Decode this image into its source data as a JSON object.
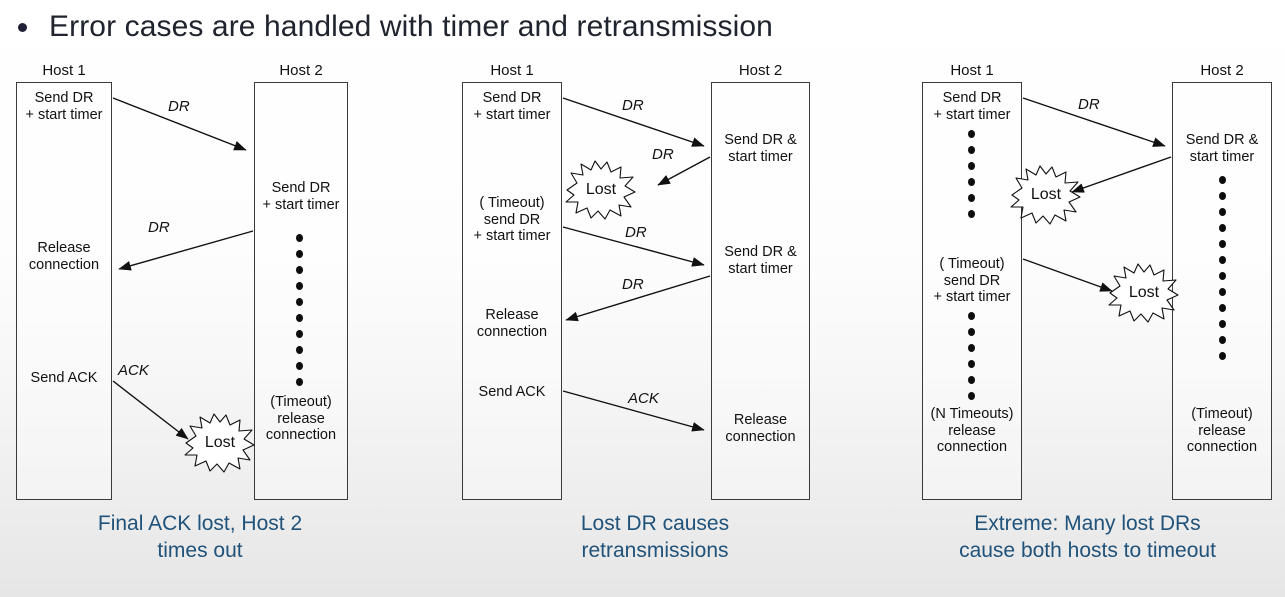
{
  "slide": {
    "bullet": "Error cases are handled with timer and retransmission",
    "bullet_icon": "bullet-dot-icon",
    "caption_color": "#20527a",
    "text_color": "#111111"
  },
  "panels": [
    {
      "id": "final-ack-lost",
      "caption": "Final ACK lost, Host 2\ntimes out",
      "host1_label": "Host 1",
      "host2_label": "Host 2",
      "host1_events": [
        "Send DR\n+ start timer",
        "Release\nconnection",
        "Send ACK"
      ],
      "host2_events": [
        "Send DR\n+ start timer",
        "(Timeout)\nrelease\nconnection"
      ],
      "messages": [
        "DR",
        "DR",
        "ACK"
      ],
      "lost_labels": [
        "Lost"
      ],
      "host2_dot_count": 10
    },
    {
      "id": "lost-dr-retransmission",
      "caption": "Lost DR causes\nretransmissions",
      "host1_label": "Host 1",
      "host2_label": "Host 2",
      "host1_events": [
        "Send DR\n+ start timer",
        "( Timeout)\nsend DR\n+ start timer",
        "Release\nconnection",
        "Send ACK"
      ],
      "host2_events": [
        "Send DR &\nstart timer",
        "Send DR &\nstart timer",
        "Release\nconnection"
      ],
      "messages": [
        "DR",
        "DR",
        "DR",
        "DR",
        "ACK"
      ],
      "lost_labels": [
        "Lost"
      ],
      "host2_dot_count": 0
    },
    {
      "id": "many-lost-drs",
      "caption": "Extreme: Many lost DRs\ncause both hosts to timeout",
      "host1_label": "Host 1",
      "host2_label": "Host 2",
      "host1_events": [
        "Send DR\n+ start timer",
        "( Timeout)\nsend DR\n+ start timer",
        "(N Timeouts)\nrelease\nconnection"
      ],
      "host2_events": [
        "Send DR &\nstart timer",
        "(Timeout)\nrelease\nconnection"
      ],
      "messages": [
        "DR"
      ],
      "lost_labels": [
        "Lost",
        "Lost"
      ],
      "host1_dot_count_upper": 6,
      "host1_dot_count_lower": 6,
      "host2_dot_count": 12
    }
  ]
}
